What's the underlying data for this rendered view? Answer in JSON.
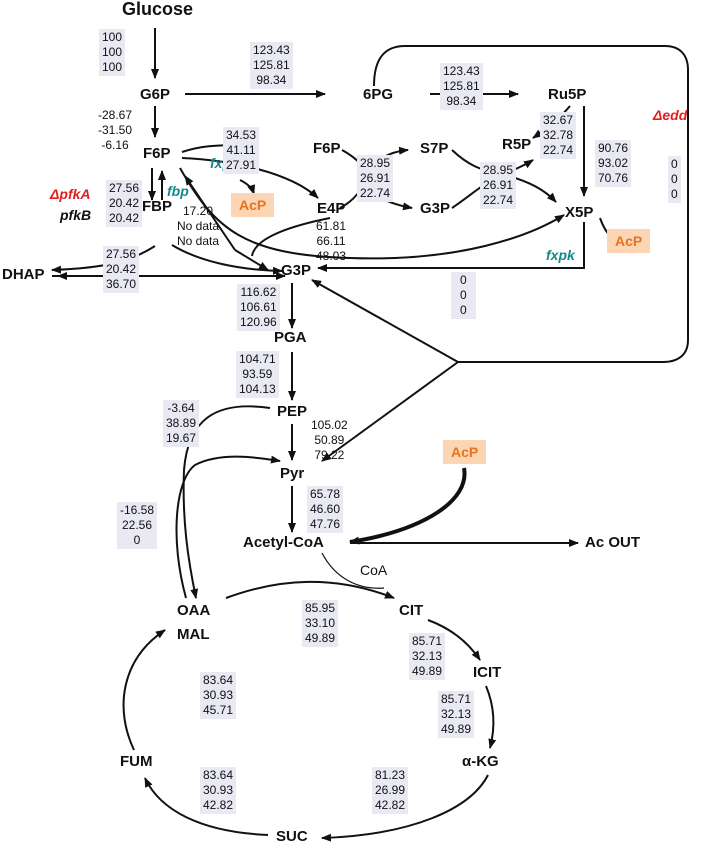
{
  "metabolites": {
    "glucose": "Glucose",
    "g6p": "G6P",
    "pg6": "6PG",
    "ru5p": "Ru5P",
    "f6p_left": "F6P",
    "f6p_mid": "F6P",
    "s7p": "S7P",
    "r5p": "R5P",
    "e4p": "E4P",
    "g3p_mid": "G3P",
    "x5p": "X5P",
    "fbp": "FBP",
    "dhap": "DHAP",
    "g3p": "G3P",
    "pga": "PGA",
    "pep": "PEP",
    "pyr": "Pyr",
    "acetyl_coa": "Acetyl-CoA",
    "ac_out": "Ac OUT",
    "coa": "CoA",
    "oaa": "OAA",
    "mal": "MAL",
    "cit": "CIT",
    "icit": "ICIT",
    "akg": "α-KG",
    "suc": "SUC",
    "fum": "FUM"
  },
  "genes": {
    "edd": "Δedd",
    "pfka": "ΔpfkA",
    "pfkb": "pfkB",
    "fbp": "fbp",
    "fxpk_top": "fxpk",
    "fxpk_right": "fxpk"
  },
  "acp_labels": {
    "acp1": "AcP",
    "acp2": "AcP",
    "acp3": "AcP"
  },
  "fluxes": {
    "glc_g6p": [
      "100",
      "100",
      "100"
    ],
    "g6p_6pg": [
      "123.43",
      "125.81",
      "98.34"
    ],
    "6pg_ru5p": [
      "123.43",
      "125.81",
      "98.34"
    ],
    "g6p_f6p": [
      "-28.67",
      "-31.50",
      "-6.16"
    ],
    "f6p_e4p": [
      "34.53",
      "41.11",
      "27.91"
    ],
    "tkt_s7p": [
      "28.95",
      "26.91",
      "22.74"
    ],
    "tkt_x5p": [
      "28.95",
      "26.91",
      "22.74"
    ],
    "ru5p_r5p": [
      "32.67",
      "32.78",
      "22.74"
    ],
    "ru5p_x5p": [
      "90.76",
      "93.02",
      "70.76"
    ],
    "edd": [
      "0",
      "0",
      "0"
    ],
    "pfk": [
      "27.56",
      "20.42",
      "20.42"
    ],
    "fbp_enz": [
      "17.20",
      "No data",
      "No data"
    ],
    "e4p_g3p": [
      "61.81",
      "66.11",
      "48.03"
    ],
    "fbp_ald": [
      "27.56",
      "20.42",
      "36.70"
    ],
    "x5p_g3p": [
      "0",
      "0",
      "0"
    ],
    "g3p_pga": [
      "116.62",
      "106.61",
      "120.96"
    ],
    "pga_pep": [
      "104.71",
      "93.59",
      "104.13"
    ],
    "pep_oaa": [
      "-3.64",
      "38.89",
      "19.67"
    ],
    "pep_pyr": [
      "105.02",
      "50.89",
      "79.22"
    ],
    "pyr_accoa": [
      "65.78",
      "46.60",
      "47.76"
    ],
    "mal_pyr": [
      "-16.58",
      "22.56",
      "0"
    ],
    "cs": [
      "85.95",
      "33.10",
      "49.89"
    ],
    "acn": [
      "85.71",
      "32.13",
      "49.89"
    ],
    "icd": [
      "85.71",
      "32.13",
      "49.89"
    ],
    "mdh": [
      "83.64",
      "30.93",
      "45.71"
    ],
    "sdh": [
      "83.64",
      "30.93",
      "42.82"
    ],
    "akgdh": [
      "81.23",
      "26.99",
      "42.82"
    ]
  }
}
